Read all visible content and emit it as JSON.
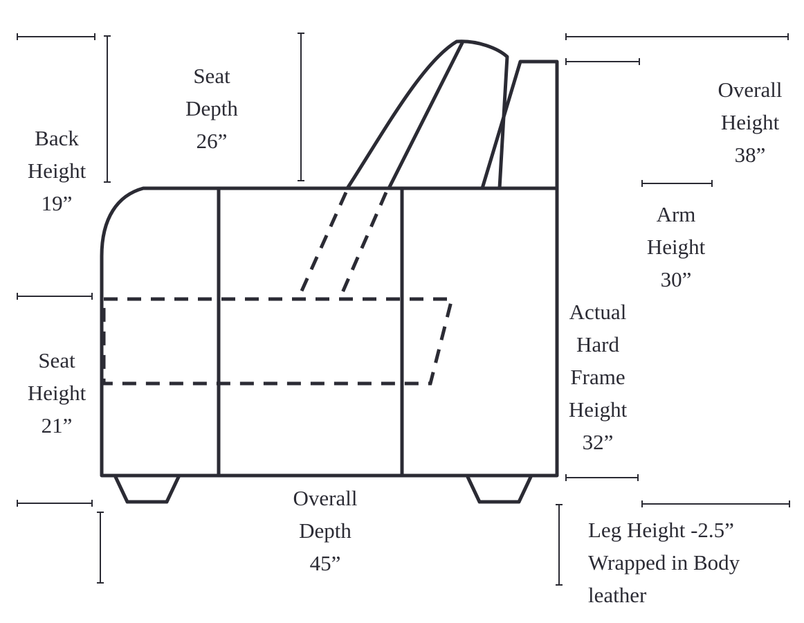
{
  "labels": {
    "back_height": [
      "Back",
      "Height",
      "19”"
    ],
    "seat_depth": [
      "Seat",
      "Depth",
      "26”"
    ],
    "overall_height": [
      "Overall",
      "Height",
      "38”"
    ],
    "arm_height": [
      "Arm",
      "Height",
      "30”"
    ],
    "actual_hard_frame_height": [
      "Actual",
      "Hard",
      "Frame",
      "Height",
      "32”"
    ],
    "seat_height": [
      "Seat",
      "Height",
      "21”"
    ],
    "overall_depth": [
      "Overall",
      "Depth",
      "45”"
    ],
    "leg_height": [
      "Leg Height -2.5”",
      "Wrapped in Body",
      "leather"
    ]
  },
  "colors": {
    "ink": "#2b2b34",
    "background": "#ffffff"
  }
}
